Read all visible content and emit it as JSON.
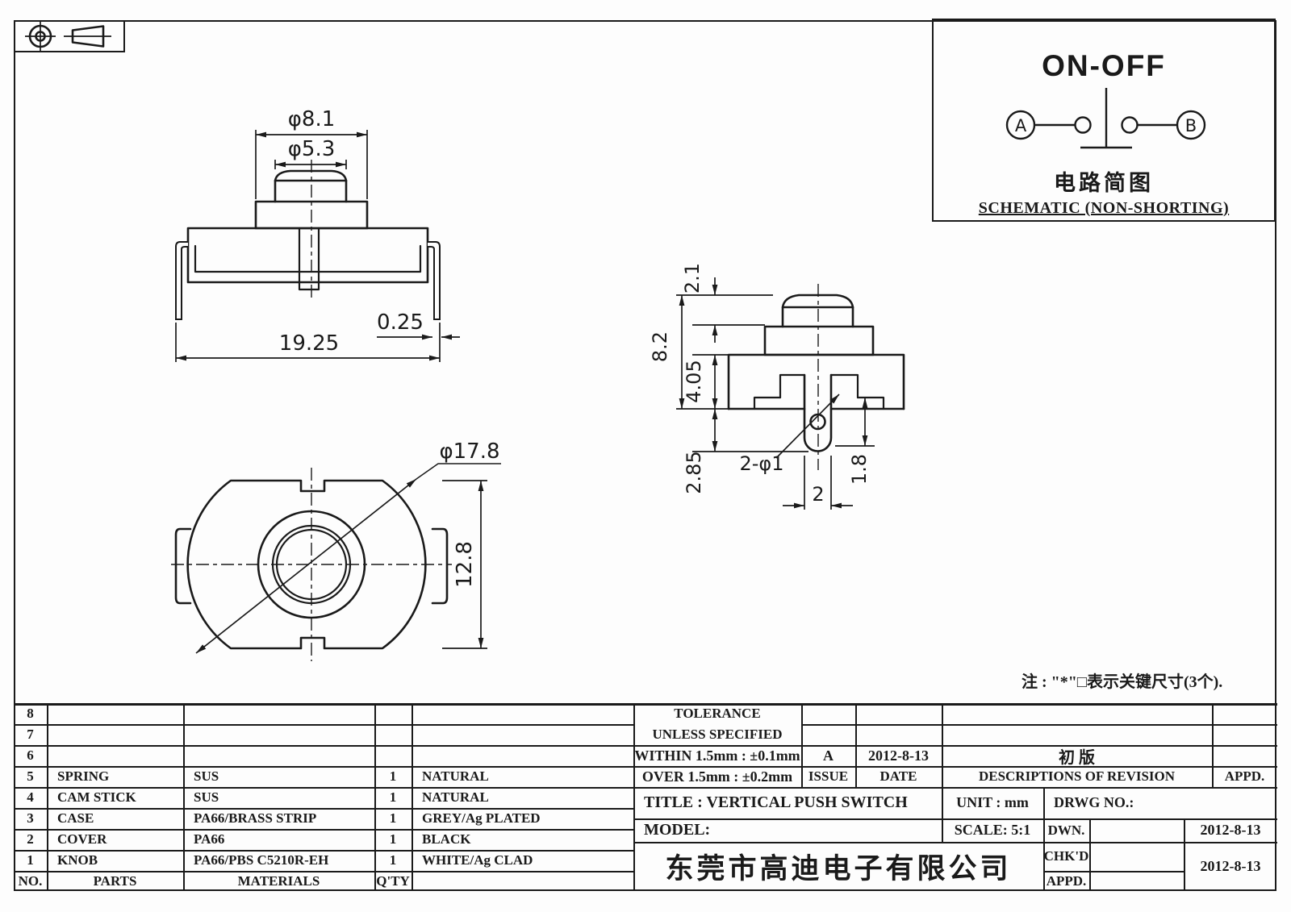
{
  "schematic": {
    "title": "ON-OFF",
    "terminal_a": "A",
    "terminal_b": "B",
    "caption_cn": "电路简图",
    "caption_en": "SCHEMATIC (NON-SHORTING)"
  },
  "views": {
    "front": {
      "dia_collar": "φ8.1",
      "dia_knob": "φ5.3",
      "overall_width": "19.25",
      "lead_thickness": "0.25"
    },
    "side": {
      "knob_height": "2.1",
      "total_height": "8.2",
      "body_height": "4.05",
      "tab_depth": "2.85",
      "hole_callout": "2-φ1",
      "tab_width": "2",
      "hole_offset": "1.8"
    },
    "bottom": {
      "diagonal_dia": "φ17.8",
      "body_height": "12.8"
    }
  },
  "note": "注 : \"*\"□表示关键尺寸(3个).",
  "parts_table": {
    "header": {
      "no": "NO.",
      "parts": "PARTS",
      "materials": "MATERIALS",
      "qty": "Q'TY"
    },
    "rows": [
      {
        "no": "8",
        "part": "",
        "material": "",
        "qty": "",
        "finish": ""
      },
      {
        "no": "7",
        "part": "",
        "material": "",
        "qty": "",
        "finish": ""
      },
      {
        "no": "6",
        "part": "",
        "material": "",
        "qty": "",
        "finish": ""
      },
      {
        "no": "5",
        "part": "SPRING",
        "material": "SUS",
        "qty": "1",
        "finish": "NATURAL"
      },
      {
        "no": "4",
        "part": "CAM STICK",
        "material": "SUS",
        "qty": "1",
        "finish": "NATURAL"
      },
      {
        "no": "3",
        "part": "CASE",
        "material": "PA66/BRASS STRIP",
        "qty": "1",
        "finish": "GREY/Ag PLATED"
      },
      {
        "no": "2",
        "part": "COVER",
        "material": "PA66",
        "qty": "1",
        "finish": "BLACK"
      },
      {
        "no": "1",
        "part": "KNOB",
        "material": "PA66/PBS C5210R-EH",
        "qty": "1",
        "finish": "WHITE/Ag CLAD"
      }
    ]
  },
  "tolerance": {
    "line1": "TOLERANCE",
    "line2": "UNLESS  SPECIFIED",
    "within": "WITHIN 1.5mm : ±0.1mm",
    "over": "OVER 1.5mm : ±0.2mm"
  },
  "revision": {
    "issue_value": "A",
    "date_value": "2012-8-13",
    "description_value": "初  版",
    "issue_label": "ISSUE",
    "date_label": "DATE",
    "description_label": "DESCRIPTIONS OF REVISION",
    "appd_label": "APPD."
  },
  "title_block": {
    "title": "TITLE :   VERTICAL PUSH SWITCH",
    "unit": "UNIT :  mm",
    "drwg_no": "DRWG NO.:",
    "model": "MODEL:",
    "scale": "SCALE:  5:1",
    "dwn_label": "DWN.",
    "chkd_label": "CHK'D",
    "appd_label": "APPD.",
    "dwn_date": "2012-8-13",
    "chkd_date": "2012-8-13",
    "company": "东莞市高迪电子有限公司"
  }
}
